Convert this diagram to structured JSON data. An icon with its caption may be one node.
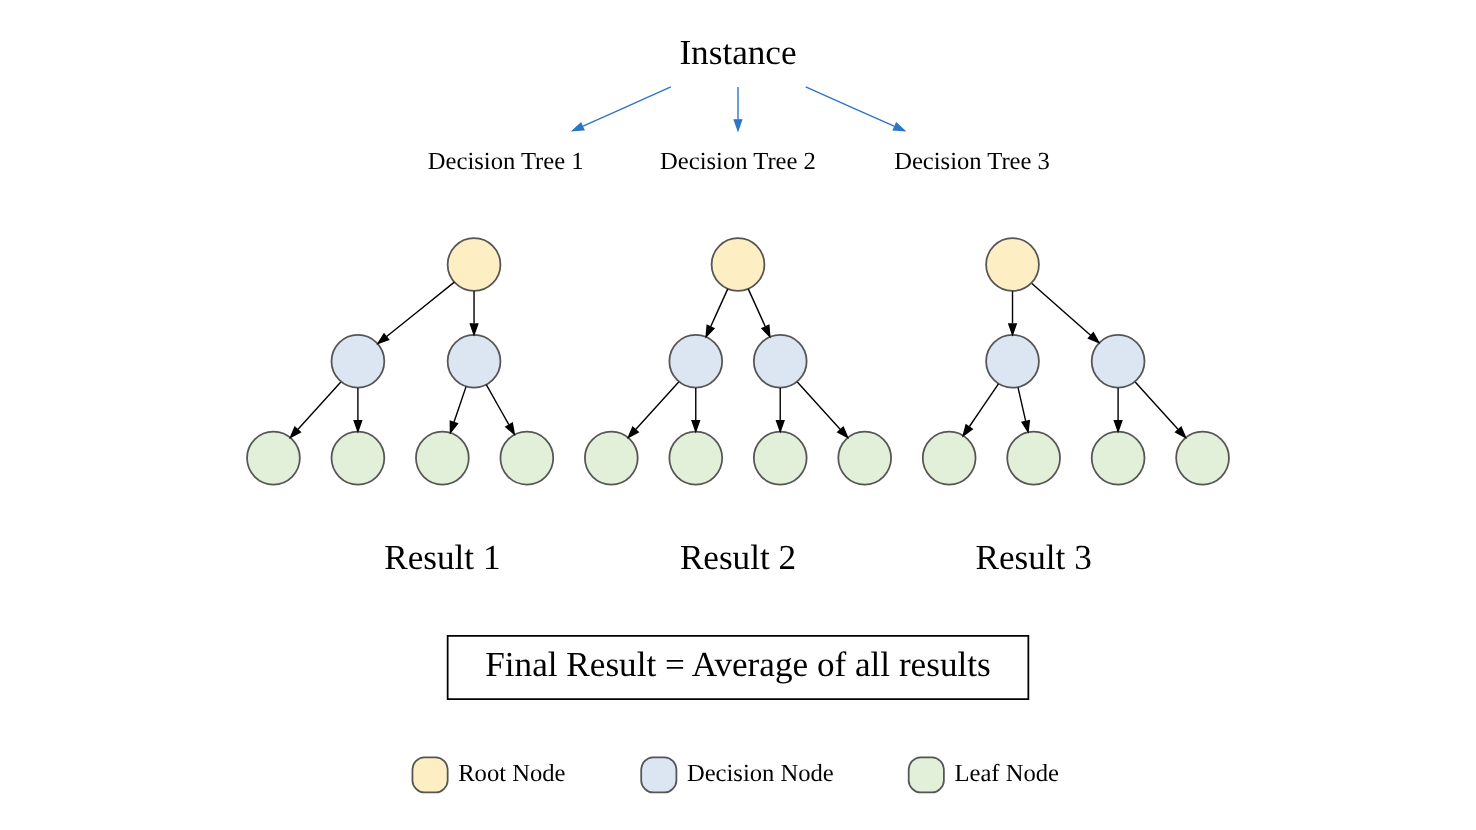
{
  "diagram": {
    "nodes": [
      {
        "text": [
          "Instance"
        ]
      },
      {
        "text": [
          "Decision Tree 1"
        ]
      },
      {
        "text": [
          "Decision Tree 2"
        ]
      },
      {
        "text": [
          "Decision Tree 3"
        ]
      },
      {
        "text": [],
        "shape": "circle"
      },
      {
        "text": [],
        "shape": "circle"
      },
      {
        "text": [],
        "shape": "circle"
      },
      {
        "text": [],
        "shape": "circle"
      },
      {
        "text": [],
        "shape": "circle"
      },
      {
        "text": [],
        "shape": "circle"
      },
      {
        "text": [],
        "shape": "circle"
      },
      {
        "text": [],
        "shape": "circle"
      },
      {
        "text": [],
        "shape": "circle"
      },
      {
        "text": [],
        "shape": "circle"
      },
      {
        "text": [],
        "shape": "circle"
      },
      {
        "text": [],
        "shape": "circle"
      },
      {
        "text": [],
        "shape": "circle"
      },
      {
        "text": [],
        "shape": "circle"
      },
      {
        "text": [],
        "shape": "circle"
      },
      {
        "text": [],
        "shape": "circle"
      },
      {
        "text": [],
        "shape": "circle"
      },
      {
        "text": [],
        "shape": "circle"
      },
      {
        "text": [],
        "shape": "circle"
      },
      {
        "text": [],
        "shape": "circle"
      },
      {
        "text": [],
        "shape": "circle"
      },
      {
        "text": [
          "Final Result = Average of all results"
        ]
      }
    ],
    "edges": [
      {
        "from": 0,
        "to": 1,
        "arrow": "to",
        "color": "#2e75c6"
      },
      {
        "from": 0,
        "to": 2,
        "arrow": "to",
        "color": "#2e75c6"
      },
      {
        "from": 0,
        "to": 3,
        "arrow": "to",
        "color": "#2e75c6"
      },
      {
        "from": 4,
        "to": 7,
        "arrow": "to"
      },
      {
        "from": 4,
        "to": 8,
        "arrow": "to"
      },
      {
        "from": 5,
        "to": 9,
        "arrow": "to"
      },
      {
        "from": 5,
        "to": 10,
        "arrow": "to"
      },
      {
        "from": 6,
        "to": 11,
        "arrow": "to"
      },
      {
        "from": 6,
        "to": 12,
        "arrow": "to"
      },
      {
        "from": 7,
        "to": 13,
        "arrow": "to"
      },
      {
        "from": 7,
        "to": 14,
        "arrow": "to"
      },
      {
        "from": 8,
        "to": 15,
        "arrow": "to"
      },
      {
        "from": 8,
        "to": 16,
        "arrow": "to"
      },
      {
        "from": 9,
        "to": 17,
        "arrow": "to"
      },
      {
        "from": 9,
        "to": 18,
        "arrow": "to"
      },
      {
        "from": 10,
        "to": 19,
        "arrow": "to"
      },
      {
        "from": 10,
        "to": 20,
        "arrow": "to"
      },
      {
        "from": 11,
        "to": 21,
        "arrow": "to"
      },
      {
        "from": 11,
        "to": 22,
        "arrow": "to"
      },
      {
        "from": 12,
        "to": 23,
        "arrow": "to"
      },
      {
        "from": 12,
        "to": 24,
        "arrow": "to"
      }
    ],
    "labels": [
      "Result 1",
      "Result 2",
      "Result 3"
    ],
    "legend": [
      {
        "text": "Root Node",
        "color": "#fdefc3"
      },
      {
        "text": "Decision Node",
        "color": "#dce6f2"
      },
      {
        "text": "Leaf Node",
        "color": "#e2efd9"
      }
    ]
  }
}
